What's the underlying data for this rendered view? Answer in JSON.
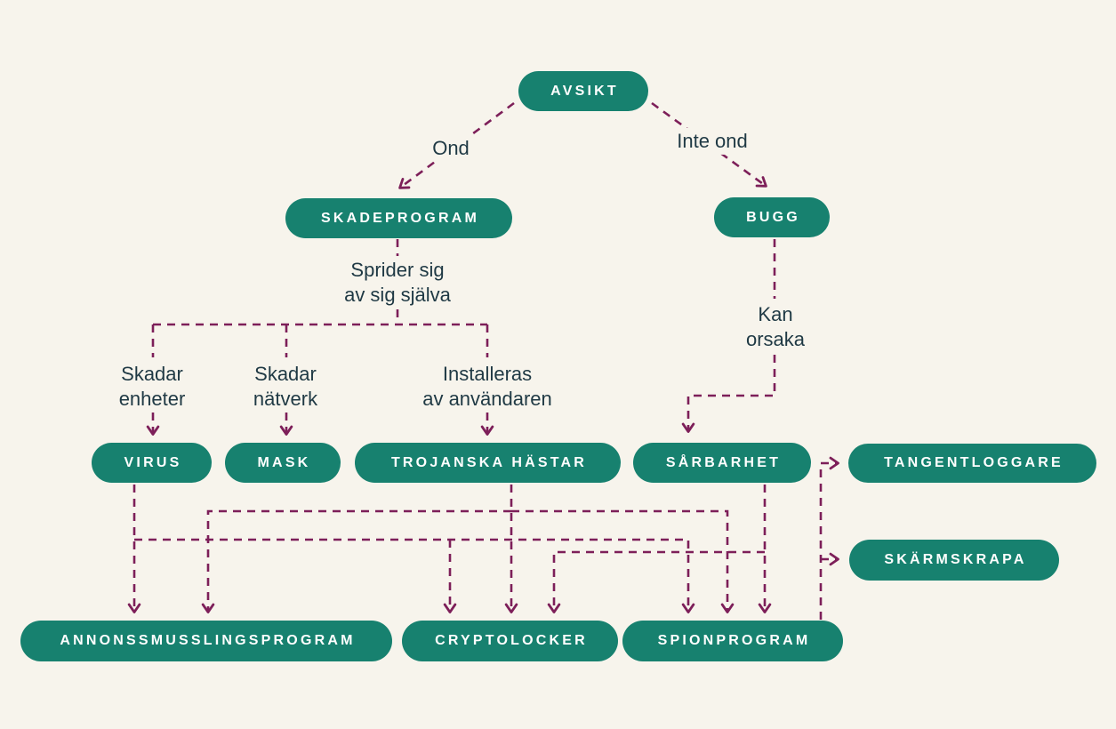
{
  "title": "Avsikt / skadeprogram flowchart (Swedish malware taxonomy diagram)",
  "colors": {
    "background": "#f7f4ec",
    "node_fill": "#17816f",
    "node_text": "#ffffff",
    "connector": "#7d1f59",
    "label_text": "#1f3944"
  },
  "nodes": {
    "avsikt": {
      "label": "AVSIKT"
    },
    "skadeprogram": {
      "label": "SKADEPROGRAM"
    },
    "bugg": {
      "label": "BUGG"
    },
    "virus": {
      "label": "VIRUS"
    },
    "mask": {
      "label": "MASK"
    },
    "trojanska": {
      "label": "TROJANSKA HÄSTAR"
    },
    "sarbarhet": {
      "label": "SÅRBARHET"
    },
    "tangentloggare": {
      "label": "TANGENTLOGGARE"
    },
    "skarmskrapa": {
      "label": "SKÄRMSKRAPA"
    },
    "annonssmusslingsprogram": {
      "label": "ANNONSSMUSSLINGSPROGRAM"
    },
    "cryptolocker": {
      "label": "CRYPTOLOCKER"
    },
    "spionprogram": {
      "label": "SPIONPROGRAM"
    }
  },
  "edge_labels": {
    "ond": "Ond",
    "inte_ond": "Inte ond",
    "sprider": "Sprider sig\nav sig själva",
    "kan_orsaka": "Kan\norsaka",
    "skadar_enheter": "Skadar\nenheter",
    "skadar_natverk": "Skadar\nnätverk",
    "installeras": "Installeras\nav användaren"
  },
  "edges": [
    {
      "from": "avsikt",
      "to": "skadeprogram",
      "label": "Ond"
    },
    {
      "from": "avsikt",
      "to": "bugg",
      "label": "Inte ond"
    },
    {
      "from": "skadeprogram",
      "to": "virus",
      "label": "Sprider sig av sig själva / Skadar enheter"
    },
    {
      "from": "skadeprogram",
      "to": "mask",
      "label": "Sprider sig av sig själva / Skadar nätverk"
    },
    {
      "from": "skadeprogram",
      "to": "trojanska",
      "label": "Sprider sig av sig själva / Installeras av användaren"
    },
    {
      "from": "bugg",
      "to": "sarbarhet",
      "label": "Kan orsaka"
    },
    {
      "from": "virus",
      "to": "annonssmusslingsprogram"
    },
    {
      "from": "virus",
      "to": "cryptolocker"
    },
    {
      "from": "virus",
      "to": "spionprogram"
    },
    {
      "from": "trojanska",
      "to": "annonssmusslingsprogram"
    },
    {
      "from": "trojanska",
      "to": "cryptolocker"
    },
    {
      "from": "trojanska",
      "to": "spionprogram"
    },
    {
      "from": "sarbarhet",
      "to": "cryptolocker"
    },
    {
      "from": "sarbarhet",
      "to": "spionprogram"
    },
    {
      "from": "spionprogram",
      "to": "tangentloggare"
    },
    {
      "from": "spionprogram",
      "to": "skarmskrapa"
    }
  ]
}
